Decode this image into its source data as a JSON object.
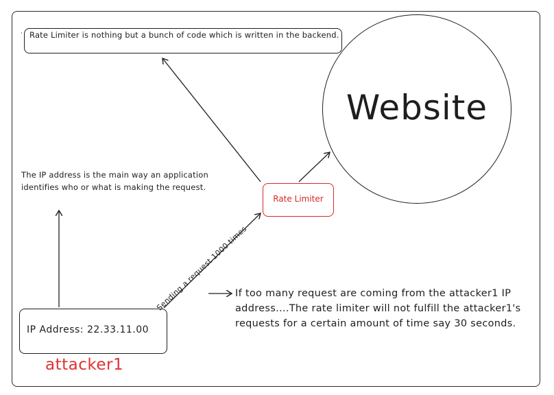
{
  "note_top": "Rate Limiter is nothing but a bunch of code which is written in the backend.",
  "website_label": "Website",
  "rate_limiter_label": "Rate Limiter",
  "ip_note": "The IP address is the main way an application identifies who or what is making the request.",
  "ip_box_label": "IP Address: 22.33.11.00",
  "attacker_label": "attacker1",
  "arrow_label": "Sending a request 1000 times",
  "right_note": "If too many request are coming from the attacker1 IP address....The rate limiter will not fulfill the attacker1's requests for a certain amount of time say 30 seconds.",
  "colors": {
    "ink": "#1e1e1e",
    "red": "#e03131"
  }
}
